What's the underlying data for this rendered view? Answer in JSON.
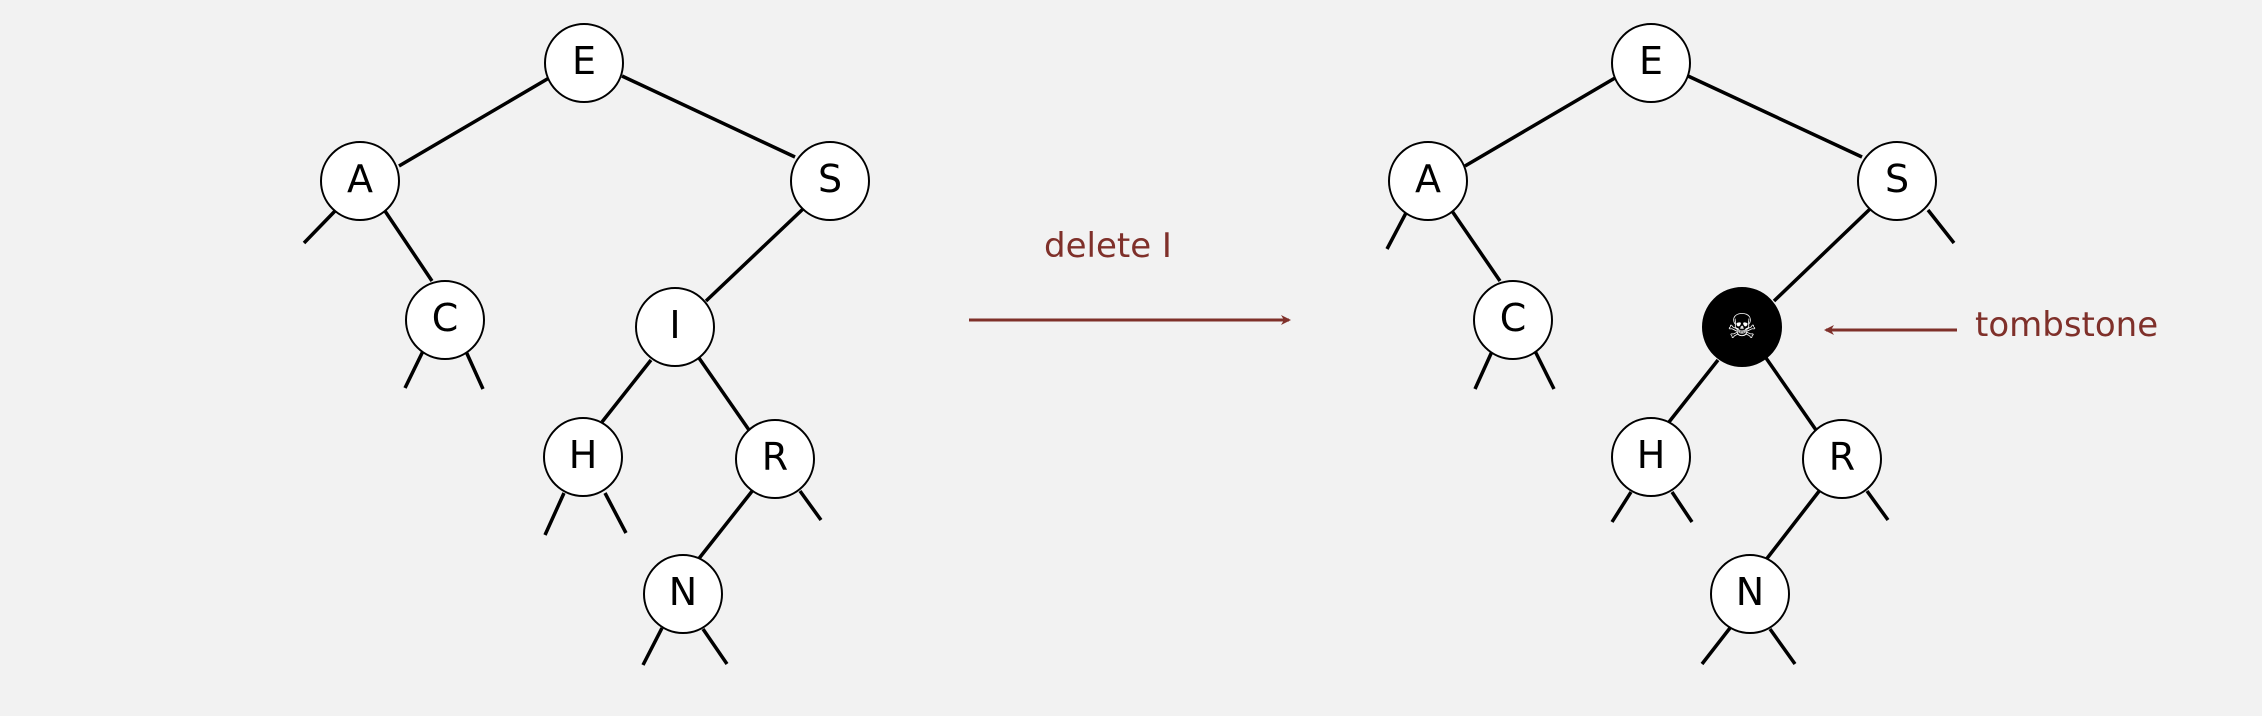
{
  "accent_color": "#7f302a",
  "operation_label": "delete I",
  "tombstone_label": "tombstone",
  "tombstone_icon": "skull-and-crossbones-icon",
  "tombstone_glyph": "☠",
  "trees": {
    "before": {
      "nodes": [
        "E",
        "A",
        "S",
        "C",
        "I",
        "H",
        "R",
        "N"
      ],
      "edges": [
        [
          "E",
          "A"
        ],
        [
          "E",
          "S"
        ],
        [
          "A",
          "C"
        ],
        [
          "S",
          "I"
        ],
        [
          "I",
          "H"
        ],
        [
          "I",
          "R"
        ],
        [
          "R",
          "N"
        ]
      ]
    },
    "after": {
      "nodes": [
        "E",
        "A",
        "S",
        "C",
        "☠",
        "H",
        "R",
        "N"
      ],
      "tombstone_node": "☠",
      "edges": [
        [
          "E",
          "A"
        ],
        [
          "E",
          "S"
        ],
        [
          "A",
          "C"
        ],
        [
          "S",
          "☠"
        ],
        [
          "☠",
          "H"
        ],
        [
          "☠",
          "R"
        ],
        [
          "R",
          "N"
        ]
      ]
    }
  }
}
